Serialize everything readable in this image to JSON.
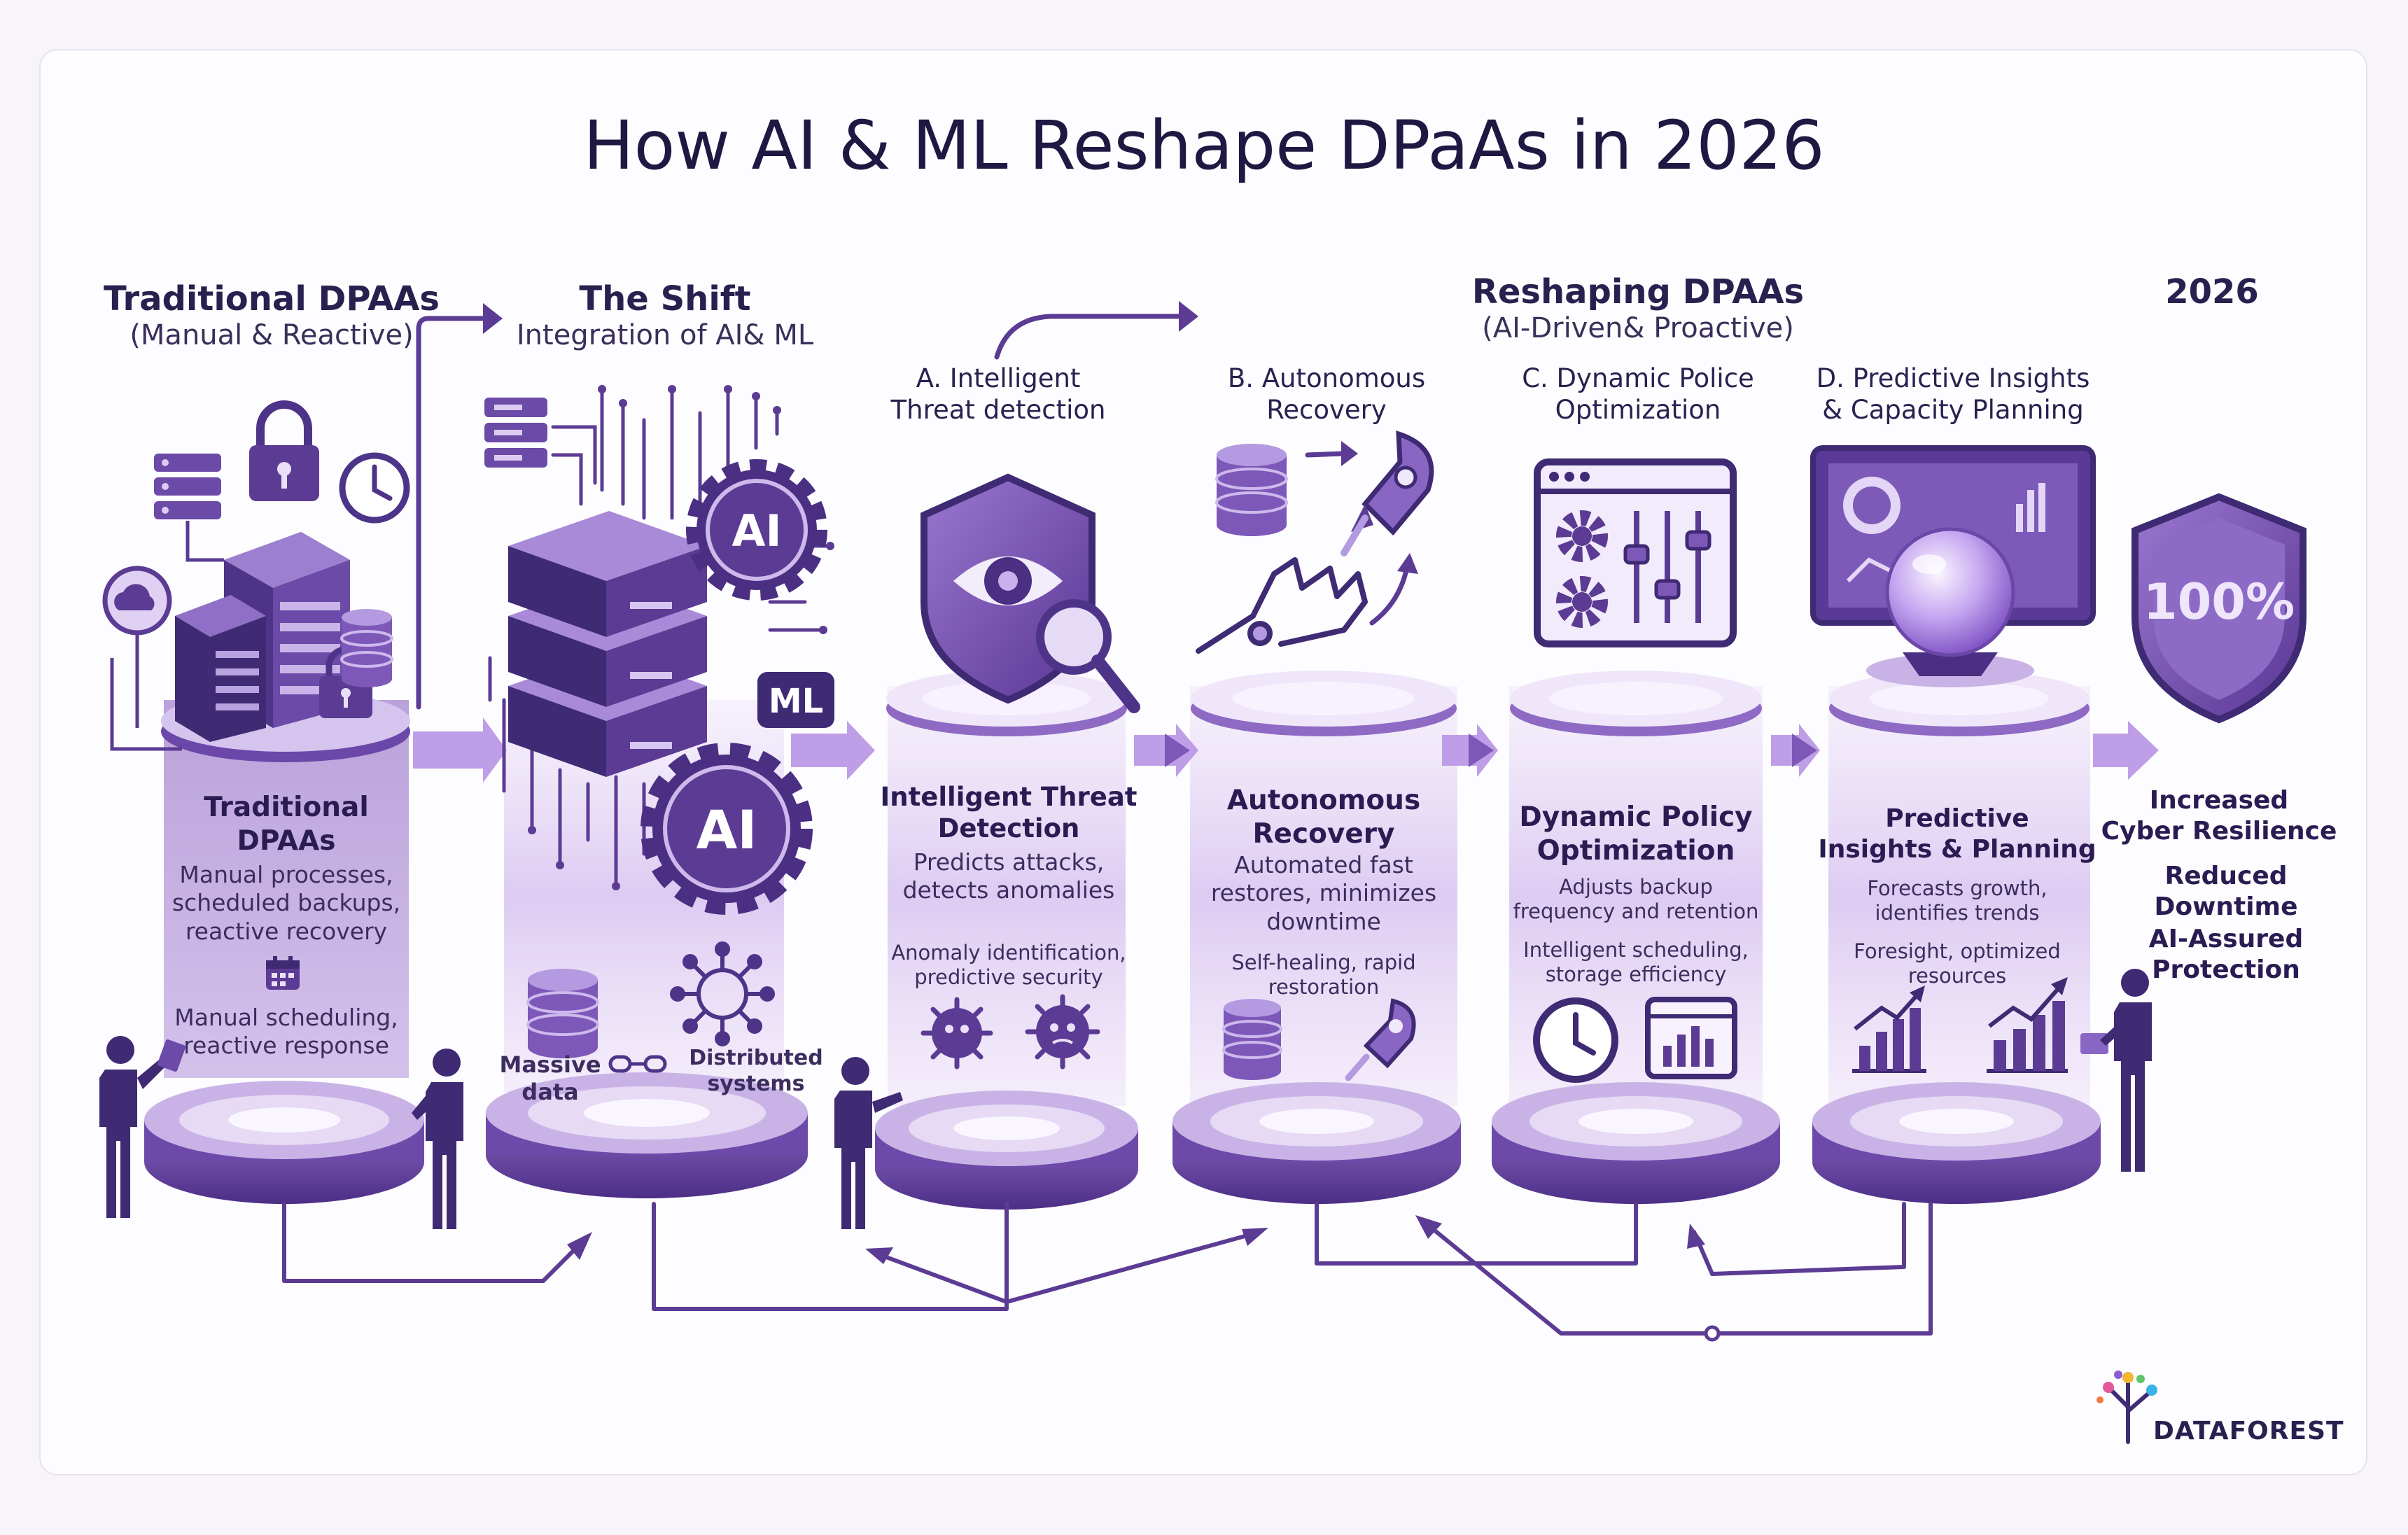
{
  "title": "How AI & ML Reshape DPaAs in 2026",
  "headers": {
    "traditional_title": "Traditional DPAAs",
    "traditional_sub": "(Manual & Reactive)",
    "shift_title": "The Shift",
    "shift_sub": "Integration of AI& ML",
    "reshaping_title": "Reshaping DPAAs",
    "reshaping_sub": "(AI-Driven& Proactive)",
    "year": "2026"
  },
  "stage_labels": [
    "A. Intelligent\nThreat detection",
    "B. Autonomous\nRecovery",
    "C. Dynamic Police\nOptimization",
    "D. Predictive Insights\n& Capacity Planning"
  ],
  "icon_labels": {
    "ai": "AI",
    "ml": "ML",
    "percent": "100%"
  },
  "pillars": {
    "traditional": {
      "heading": "Traditional\nDPAAs",
      "text1": "Manual processes,\nscheduled backups,\nreactive recovery",
      "text2": "Manual scheduling,\nreactive response"
    },
    "shift": {
      "massive": "Massive\ndata",
      "distributed": "Distributed\nsystems"
    },
    "threat": {
      "heading": "Intelligent Threat\nDetection",
      "text1": "Predicts attacks,\ndetects anomalies",
      "text2": "Anomaly identification,\npredictive security"
    },
    "recovery": {
      "heading": "Autonomous\nRecovery",
      "text1": "Automated fast\nrestores, minimizes\ndowntime",
      "text2": "Self-healing, rapid\nrestoration"
    },
    "policy": {
      "heading": "Dynamic Policy\nOptimization",
      "text1": "Adjusts backup\nfrequency and retention",
      "text2": "Intelligent scheduling,\nstorage efficiency"
    },
    "predictive": {
      "heading": "Predictive\nInsights & Planning",
      "text1": "Forecasts growth,\nidentifies trends",
      "text2": "Foresight, optimized\nresources"
    }
  },
  "results": {
    "r1": "Increased\nCyber Resilience",
    "r2": "Reduced Downtime",
    "r3": "AI-Assured\nProtection"
  },
  "logo": "DATAFOREST",
  "colors": {
    "accent": "#6b3fa0",
    "light": "#c9b3e6",
    "dark": "#3b2470",
    "text": "#2a2050"
  }
}
